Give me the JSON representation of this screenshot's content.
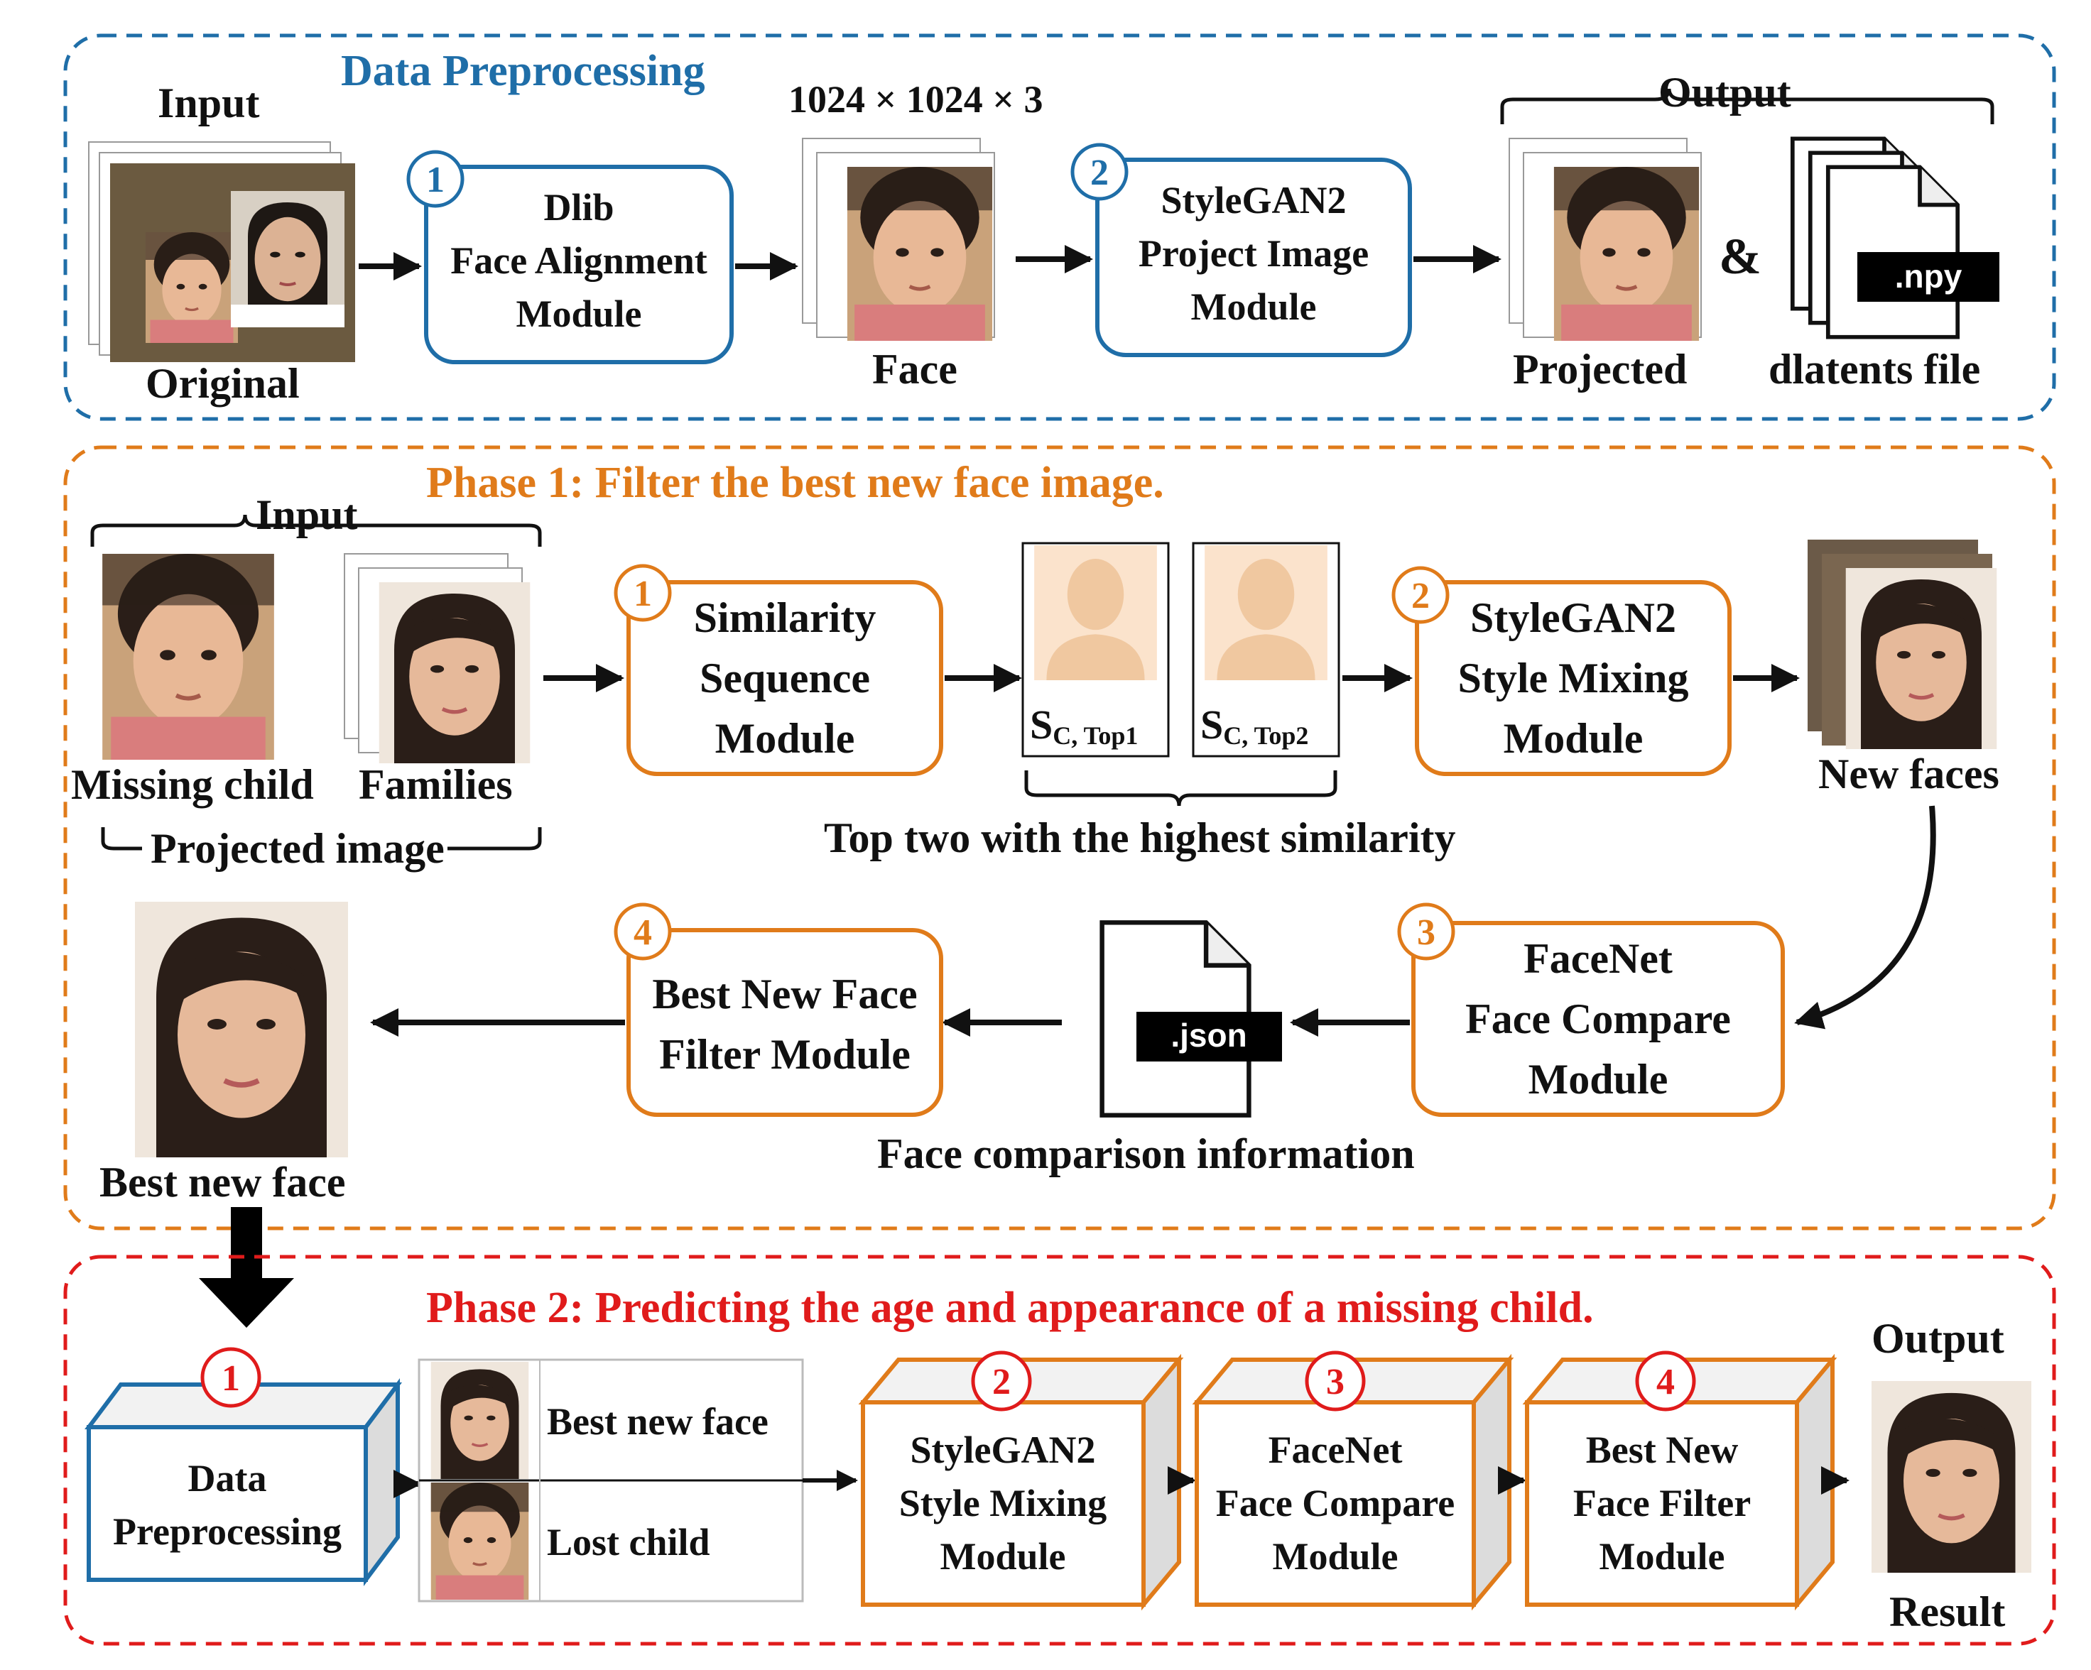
{
  "preprocessing": {
    "title": "Data Preprocessing",
    "input_label": "Input",
    "original_label": "Original",
    "dimension_label": "1024 × 1024 × 3",
    "face_label": "Face",
    "output_label": "Output",
    "projected_label": "Projected",
    "ampersand": "&",
    "dlatents_label": "dlatents file",
    "npy_tag": ".npy",
    "module1": {
      "number": "1",
      "line1": "Dlib",
      "line2": "Face Alignment",
      "line3": "Module"
    },
    "module2": {
      "number": "2",
      "line1": "StyleGAN2",
      "line2": "Project Image",
      "line3": "Module"
    }
  },
  "phase1": {
    "title": "Phase 1: Filter the best new face image.",
    "input_label": "Input",
    "missing_child_label": "Missing child",
    "families_label": "Families",
    "projected_image_label": "Projected image",
    "module1": {
      "number": "1",
      "line1": "Similarity",
      "line2": "Sequence",
      "line3": "Module"
    },
    "sc_top1_main": "S",
    "sc_top1_sub": "C, Top1",
    "sc_top2_main": "S",
    "sc_top2_sub": "C, Top2",
    "top_two_label": "Top two with the highest similarity",
    "module2": {
      "number": "2",
      "line1": "StyleGAN2",
      "line2": "Style Mixing",
      "line3": "Module"
    },
    "new_faces_label": "New faces",
    "module3": {
      "number": "3",
      "line1": "FaceNet",
      "line2": "Face Compare",
      "line3": "Module"
    },
    "json_tag": ".json",
    "face_comparison_label": "Face comparison information",
    "module4": {
      "number": "4",
      "line1": "Best New Face",
      "line2": "Filter Module"
    },
    "best_new_face_label": "Best new face"
  },
  "phase2": {
    "title": "Phase 2: Predicting the age and appearance of a missing child.",
    "module1": {
      "number": "1",
      "line1": "Data",
      "line2": "Preprocessing"
    },
    "best_new_face_label": "Best new face",
    "lost_child_label": "Lost child",
    "module2": {
      "number": "2",
      "line1": "StyleGAN2",
      "line2": "Style Mixing",
      "line3": "Module"
    },
    "module3": {
      "number": "3",
      "line1": "FaceNet",
      "line2": "Face Compare",
      "line3": "Module"
    },
    "module4": {
      "number": "4",
      "line1": "Best New",
      "line2": "Face Filter",
      "line3": "Module"
    },
    "output_label": "Output",
    "result_label": "Result"
  },
  "colors": {
    "blue": "#1f6ea8",
    "orange": "#e07b1a",
    "red": "#e01b1b",
    "black": "#111111",
    "skin": "#e8b896",
    "hair_dark": "#2a1e18",
    "silhouette": "#f0c8a0"
  },
  "icons": {
    "face_photo": "face-photo-icon",
    "silhouette": "person-silhouette-icon",
    "document": "document-icon",
    "arrow": "arrow-icon"
  }
}
